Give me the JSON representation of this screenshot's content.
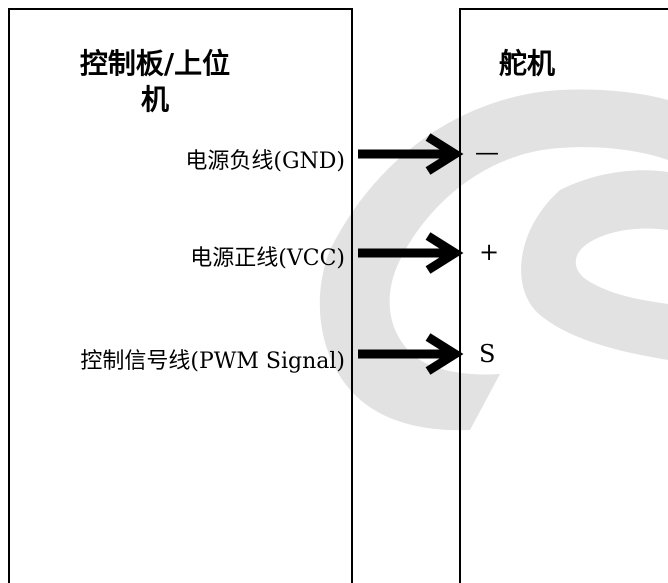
{
  "controller": {
    "title_line1": "控制板/上位",
    "title_line2": "机",
    "wires": [
      {
        "label": "电源负线(GND)"
      },
      {
        "label": "电源正线(VCC)"
      },
      {
        "label": "控制信号线(PWM Signal)"
      }
    ]
  },
  "servo": {
    "title": "舵机",
    "pins": [
      {
        "label": "—"
      },
      {
        "label": "+"
      },
      {
        "label": "S"
      }
    ]
  },
  "watermark": {
    "color": "#e2e2e2"
  }
}
